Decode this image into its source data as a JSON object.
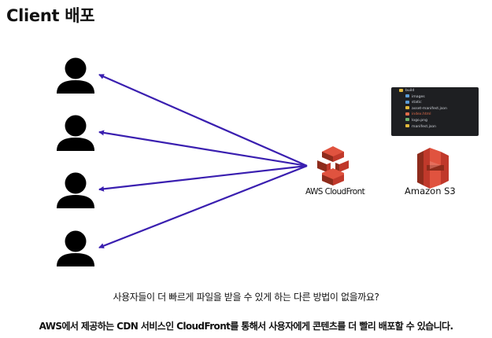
{
  "title": "Client 배포",
  "clients": [
    "user-1",
    "user-2",
    "user-3",
    "user-4"
  ],
  "cloudfront": {
    "label": "AWS CloudFront",
    "icon": "aws-cloudfront-icon"
  },
  "s3": {
    "label": "Amazon S3",
    "icon": "amazon-s3-icon"
  },
  "build_tree": [
    {
      "name": "build",
      "type": "folder-open",
      "depth": 0
    },
    {
      "name": "images",
      "type": "folder",
      "depth": 1
    },
    {
      "name": "static",
      "type": "folder",
      "depth": 1
    },
    {
      "name": "asset-manifest.json",
      "type": "json",
      "depth": 1
    },
    {
      "name": "index.html",
      "type": "html",
      "depth": 1
    },
    {
      "name": "logo.png",
      "type": "image",
      "depth": 1
    },
    {
      "name": "manifest.json",
      "type": "json",
      "depth": 1
    }
  ],
  "captions": {
    "question": "사용자들이 더 빠르게 파일을 받을 수 있게 하는 다른 방법이 없을까요?",
    "answer": "AWS에서 제공하는 CDN 서비스인 CloudFront를 통해서 사용자에게 콘텐츠를 더 빨리 배포할 수 있습니다."
  },
  "colors": {
    "arrow": "#3a1fb0",
    "aws_dark": "#8e2c1c",
    "aws_mid": "#c0392b",
    "aws_light": "#e0533f",
    "user": "#000000",
    "tree_bg": "#1e1f22"
  }
}
